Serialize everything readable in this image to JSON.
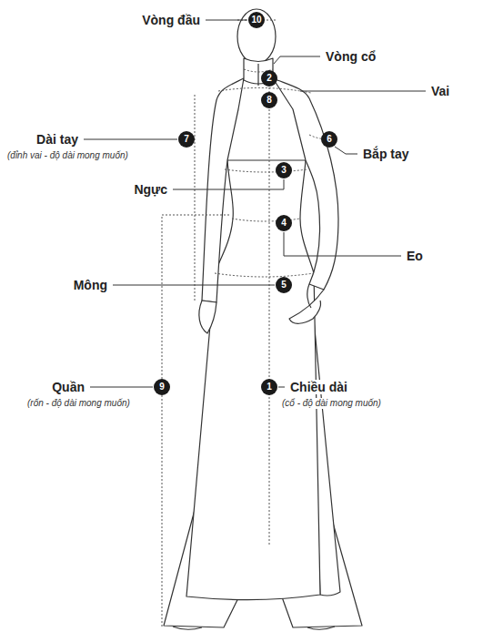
{
  "diagram": {
    "nodes": [
      {
        "text": [
          "10"
        ]
      },
      {
        "text": [
          "2"
        ]
      },
      {
        "text": [
          "8"
        ]
      },
      {
        "text": [
          "7"
        ]
      },
      {
        "text": [
          "6"
        ]
      },
      {
        "text": [
          "3"
        ]
      },
      {
        "text": [
          "4"
        ]
      },
      {
        "text": [
          "5"
        ]
      },
      {
        "text": [
          "9"
        ]
      },
      {
        "text": [
          "1"
        ]
      }
    ],
    "labels": [
      "Vòng đầu",
      "Vòng cổ",
      "Vai",
      "Dài tay",
      "(đỉnh vai - độ dài mong muốn)",
      "Bắp tay",
      "Ngực",
      "Eo",
      "Mông",
      "Quần",
      "(rốn - độ dài mong muốn)",
      "Chiều dài",
      "(cổ - độ dài mong muốn)"
    ]
  }
}
